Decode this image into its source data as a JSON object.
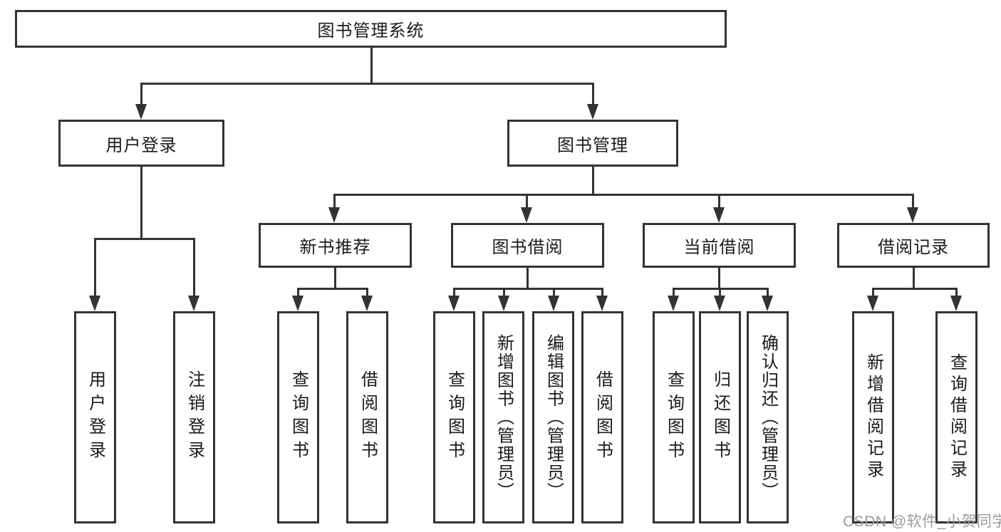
{
  "tree": {
    "root": {
      "label": "图书管理系统"
    },
    "branches": [
      {
        "label": "用户登录",
        "children": [
          {
            "label": "用户登录"
          },
          {
            "label": "注销登录"
          }
        ]
      },
      {
        "label": "图书管理",
        "children": [
          {
            "label": "新书推荐",
            "children": [
              {
                "label": "查询图书"
              },
              {
                "label": "借阅图书"
              }
            ]
          },
          {
            "label": "图书借阅",
            "children": [
              {
                "label": "查询图书"
              },
              {
                "label": "新增图书（管理员）"
              },
              {
                "label": "编辑图书（管理员）"
              },
              {
                "label": "借阅图书"
              }
            ]
          },
          {
            "label": "当前借阅",
            "children": [
              {
                "label": "查询图书"
              },
              {
                "label": "归还图书"
              },
              {
                "label": "确认归还（管理员）"
              }
            ]
          },
          {
            "label": "借阅记录",
            "children": [
              {
                "label": "新增借阅记录"
              },
              {
                "label": "查询借阅记录"
              }
            ]
          }
        ]
      }
    ]
  },
  "watermark": {
    "text": "CSDN @软件_小贺同学"
  },
  "colors": {
    "line": "#333333",
    "background": "#ffffff",
    "text": "#1a1a1a",
    "watermark": "#9b9b9b"
  }
}
